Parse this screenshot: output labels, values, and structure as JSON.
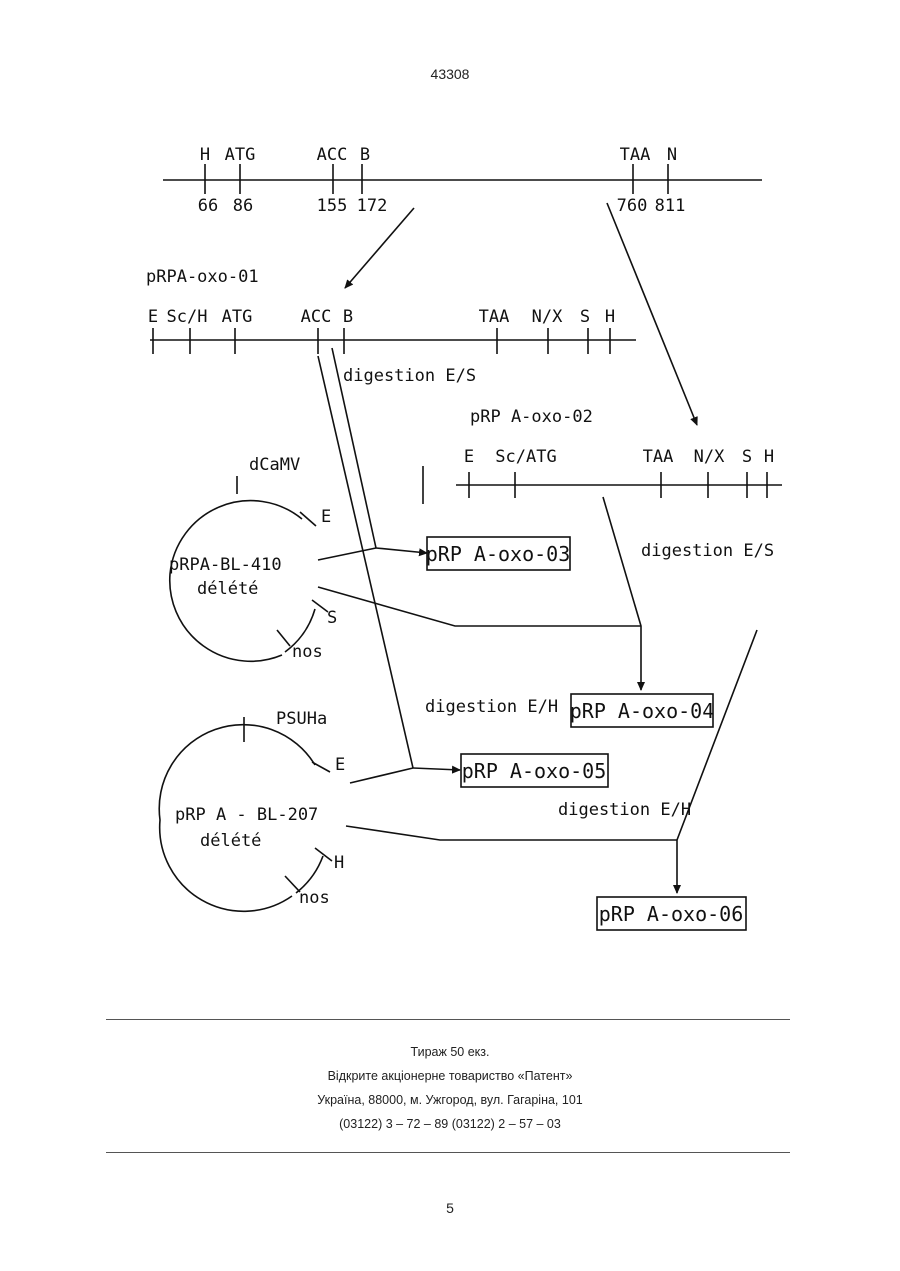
{
  "header": {
    "doc_number": "43308"
  },
  "top_map": {
    "sites": [
      "H",
      "ATG",
      "ACC",
      "B",
      "TAA",
      "N"
    ],
    "positions": [
      "66",
      "86",
      "155",
      "172",
      "760",
      "811"
    ]
  },
  "prpa_oxo_01": {
    "name": "pRPA-oxo-01",
    "sites": [
      "E",
      "Sc/H",
      "ATG",
      "ACC",
      "B",
      "TAA",
      "N/X",
      "S",
      "H"
    ],
    "digestion": "digestion E/S"
  },
  "prpa_oxo_02": {
    "name": "pRP A-oxo-02",
    "sites": [
      "E",
      "Sc/ATG",
      "TAA",
      "N/X",
      "S",
      "H"
    ],
    "digestion": "digestion E/S"
  },
  "plasmid_410": {
    "name_line1": "pRPA-BL-410",
    "name_line2": "délété",
    "insert": "dCaMV",
    "site_e": "E",
    "site_s": "S",
    "terminator": "nos"
  },
  "plasmid_207": {
    "name_line1": "pRP A - BL-207",
    "name_line2": "délété",
    "insert": "PSUHa",
    "site_e": "E",
    "site_h": "H",
    "terminator": "nos"
  },
  "digestions": {
    "eh_middle": "digestion E/H",
    "eh_right": "digestion E/H"
  },
  "products": {
    "oxo_03": "pRP A-oxo-03",
    "oxo_04": "pRP A-oxo-04",
    "oxo_05": "pRP A-oxo-05",
    "oxo_06": "pRP A-oxo-06"
  },
  "footer": {
    "line1": "Тираж 50 екз.",
    "line2": "Відкрите акціонерне товариство «Патент»",
    "line3": "Україна, 88000, м. Ужгород, вул. Гагаріна, 101",
    "line4": "(03122) 3 – 72 – 89  (03122) 2 – 57 – 03"
  },
  "page_number": "5"
}
